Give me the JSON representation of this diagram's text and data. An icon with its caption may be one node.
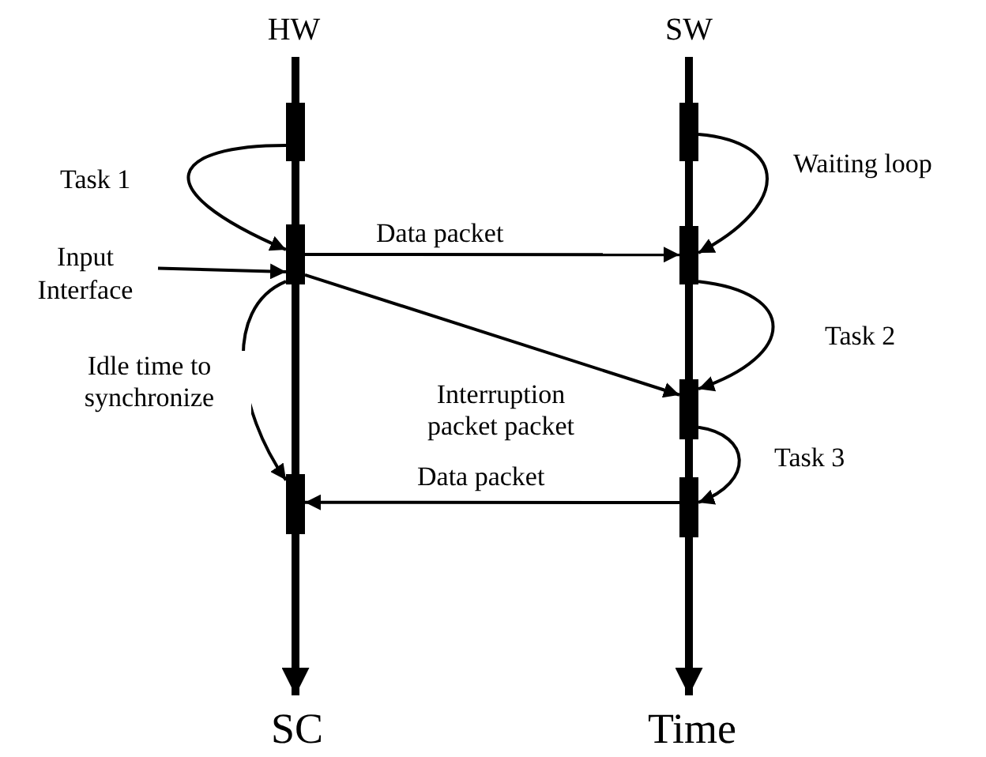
{
  "diagram": {
    "nodes": [
      {
        "text": [],
        "shape": "bar"
      },
      {
        "text": [],
        "shape": "bar"
      },
      {
        "text": [],
        "shape": "bar"
      },
      {
        "text": [],
        "shape": "bar"
      },
      {
        "text": [
          "Input Interface"
        ]
      },
      {
        "text": [],
        "shape": "bar"
      },
      {
        "text": [],
        "shape": "bar"
      },
      {
        "text": [],
        "shape": "bar"
      }
    ],
    "edges": [
      {
        "from": 0,
        "to": 2,
        "arrow": "to",
        "label": "Task 1"
      },
      {
        "from": 1,
        "to": 3,
        "arrow": "to",
        "label": "Waiting loop"
      },
      {
        "from": 2,
        "to": 3,
        "arrow": "to",
        "label": "Data packet"
      },
      {
        "from": 4,
        "to": 2,
        "arrow": "to"
      },
      {
        "from": 2,
        "to": 6,
        "arrow": "to",
        "label": "Idle time to synchronize"
      },
      {
        "from": 2,
        "to": 5,
        "arrow": "to",
        "label": "Interruption packet packet"
      },
      {
        "from": 3,
        "to": 5,
        "arrow": "to",
        "label": "Task 2"
      },
      {
        "from": 5,
        "to": 7,
        "arrow": "to",
        "label": "Task 3"
      },
      {
        "from": 7,
        "to": 6,
        "arrow": "to",
        "label": "Data packet"
      }
    ],
    "labels": [
      "HW",
      "SW",
      "SC",
      "Time"
    ]
  }
}
